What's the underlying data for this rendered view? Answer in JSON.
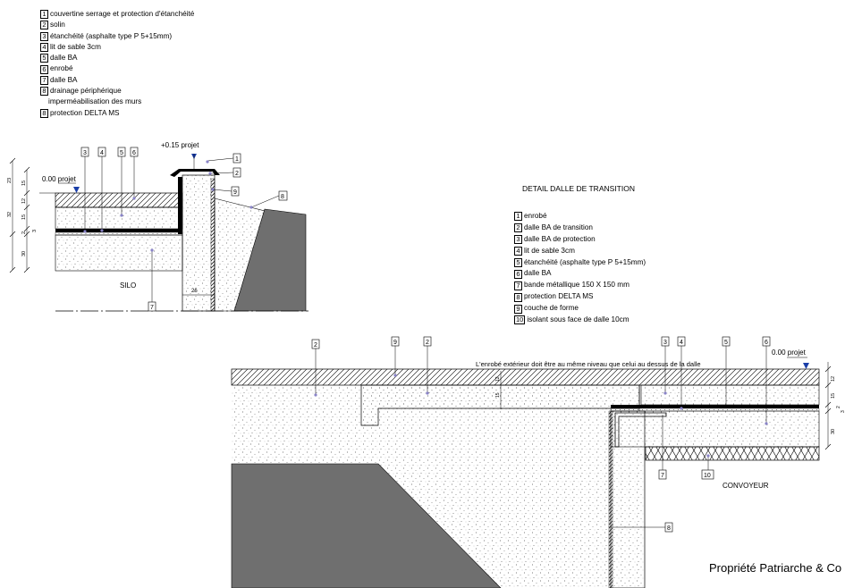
{
  "legend_top": [
    {
      "num": "1",
      "text": "couvertine serrage et protection d'étanchéité"
    },
    {
      "num": "2",
      "text": "solin"
    },
    {
      "num": "3",
      "text": "étanchéité (asphalte type P 5+15mm)"
    },
    {
      "num": "4",
      "text": "lit de sable 3cm"
    },
    {
      "num": "5",
      "text": "dalle BA"
    },
    {
      "num": "6",
      "text": "enrobé"
    },
    {
      "num": "7",
      "text": "dalle BA"
    },
    {
      "num": "8",
      "text": "drainage périphérique"
    },
    {
      "num": "",
      "text": "imperméabilisation des murs"
    },
    {
      "num": "8",
      "text": "protection DELTA MS"
    }
  ],
  "detail_title": "DETAIL DALLE DE TRANSITION",
  "legend_right": [
    {
      "num": "1",
      "text": "enrobé"
    },
    {
      "num": "2",
      "text": "dalle BA de transition"
    },
    {
      "num": "3",
      "text": "dalle BA de protection"
    },
    {
      "num": "4",
      "text": "lit de sable 3cm"
    },
    {
      "num": "5",
      "text": "étanchéité (asphalte type P 5+15mm)"
    },
    {
      "num": "6",
      "text": "dalle BA"
    },
    {
      "num": "7",
      "text": "bande métallique 150 X 150 mm"
    },
    {
      "num": "8",
      "text": "protection DELTA MS"
    },
    {
      "num": "9",
      "text": "couche de forme"
    },
    {
      "num": "10",
      "text": "isolant sous face de dalle 10cm"
    }
  ],
  "top_detail": {
    "level_label": "0.00 projet",
    "parapet_label": "+0.15 projet",
    "silo_label": "SILO",
    "dim_26": "26",
    "dims_left": [
      "23",
      "15",
      "12",
      "32",
      "15",
      "3",
      "2",
      "30"
    ],
    "callouts": [
      "3",
      "4",
      "5",
      "6",
      "1",
      "2",
      "9",
      "8",
      "7"
    ]
  },
  "bottom_detail": {
    "note": "L'enrobé extérieur doit être au même niveau que celui au dessus de la dalle",
    "level_label": "0.00 projet",
    "convoyeur_label": "CONVOYEUR",
    "dims_right": [
      "12",
      "15",
      "2",
      "3",
      "30"
    ],
    "dims_mid": [
      "12",
      "15"
    ],
    "callouts": [
      "2",
      "9",
      "2",
      "3",
      "4",
      "5",
      "6",
      "7",
      "10",
      "8"
    ]
  },
  "credit": "Propriété Patriarche & Co"
}
